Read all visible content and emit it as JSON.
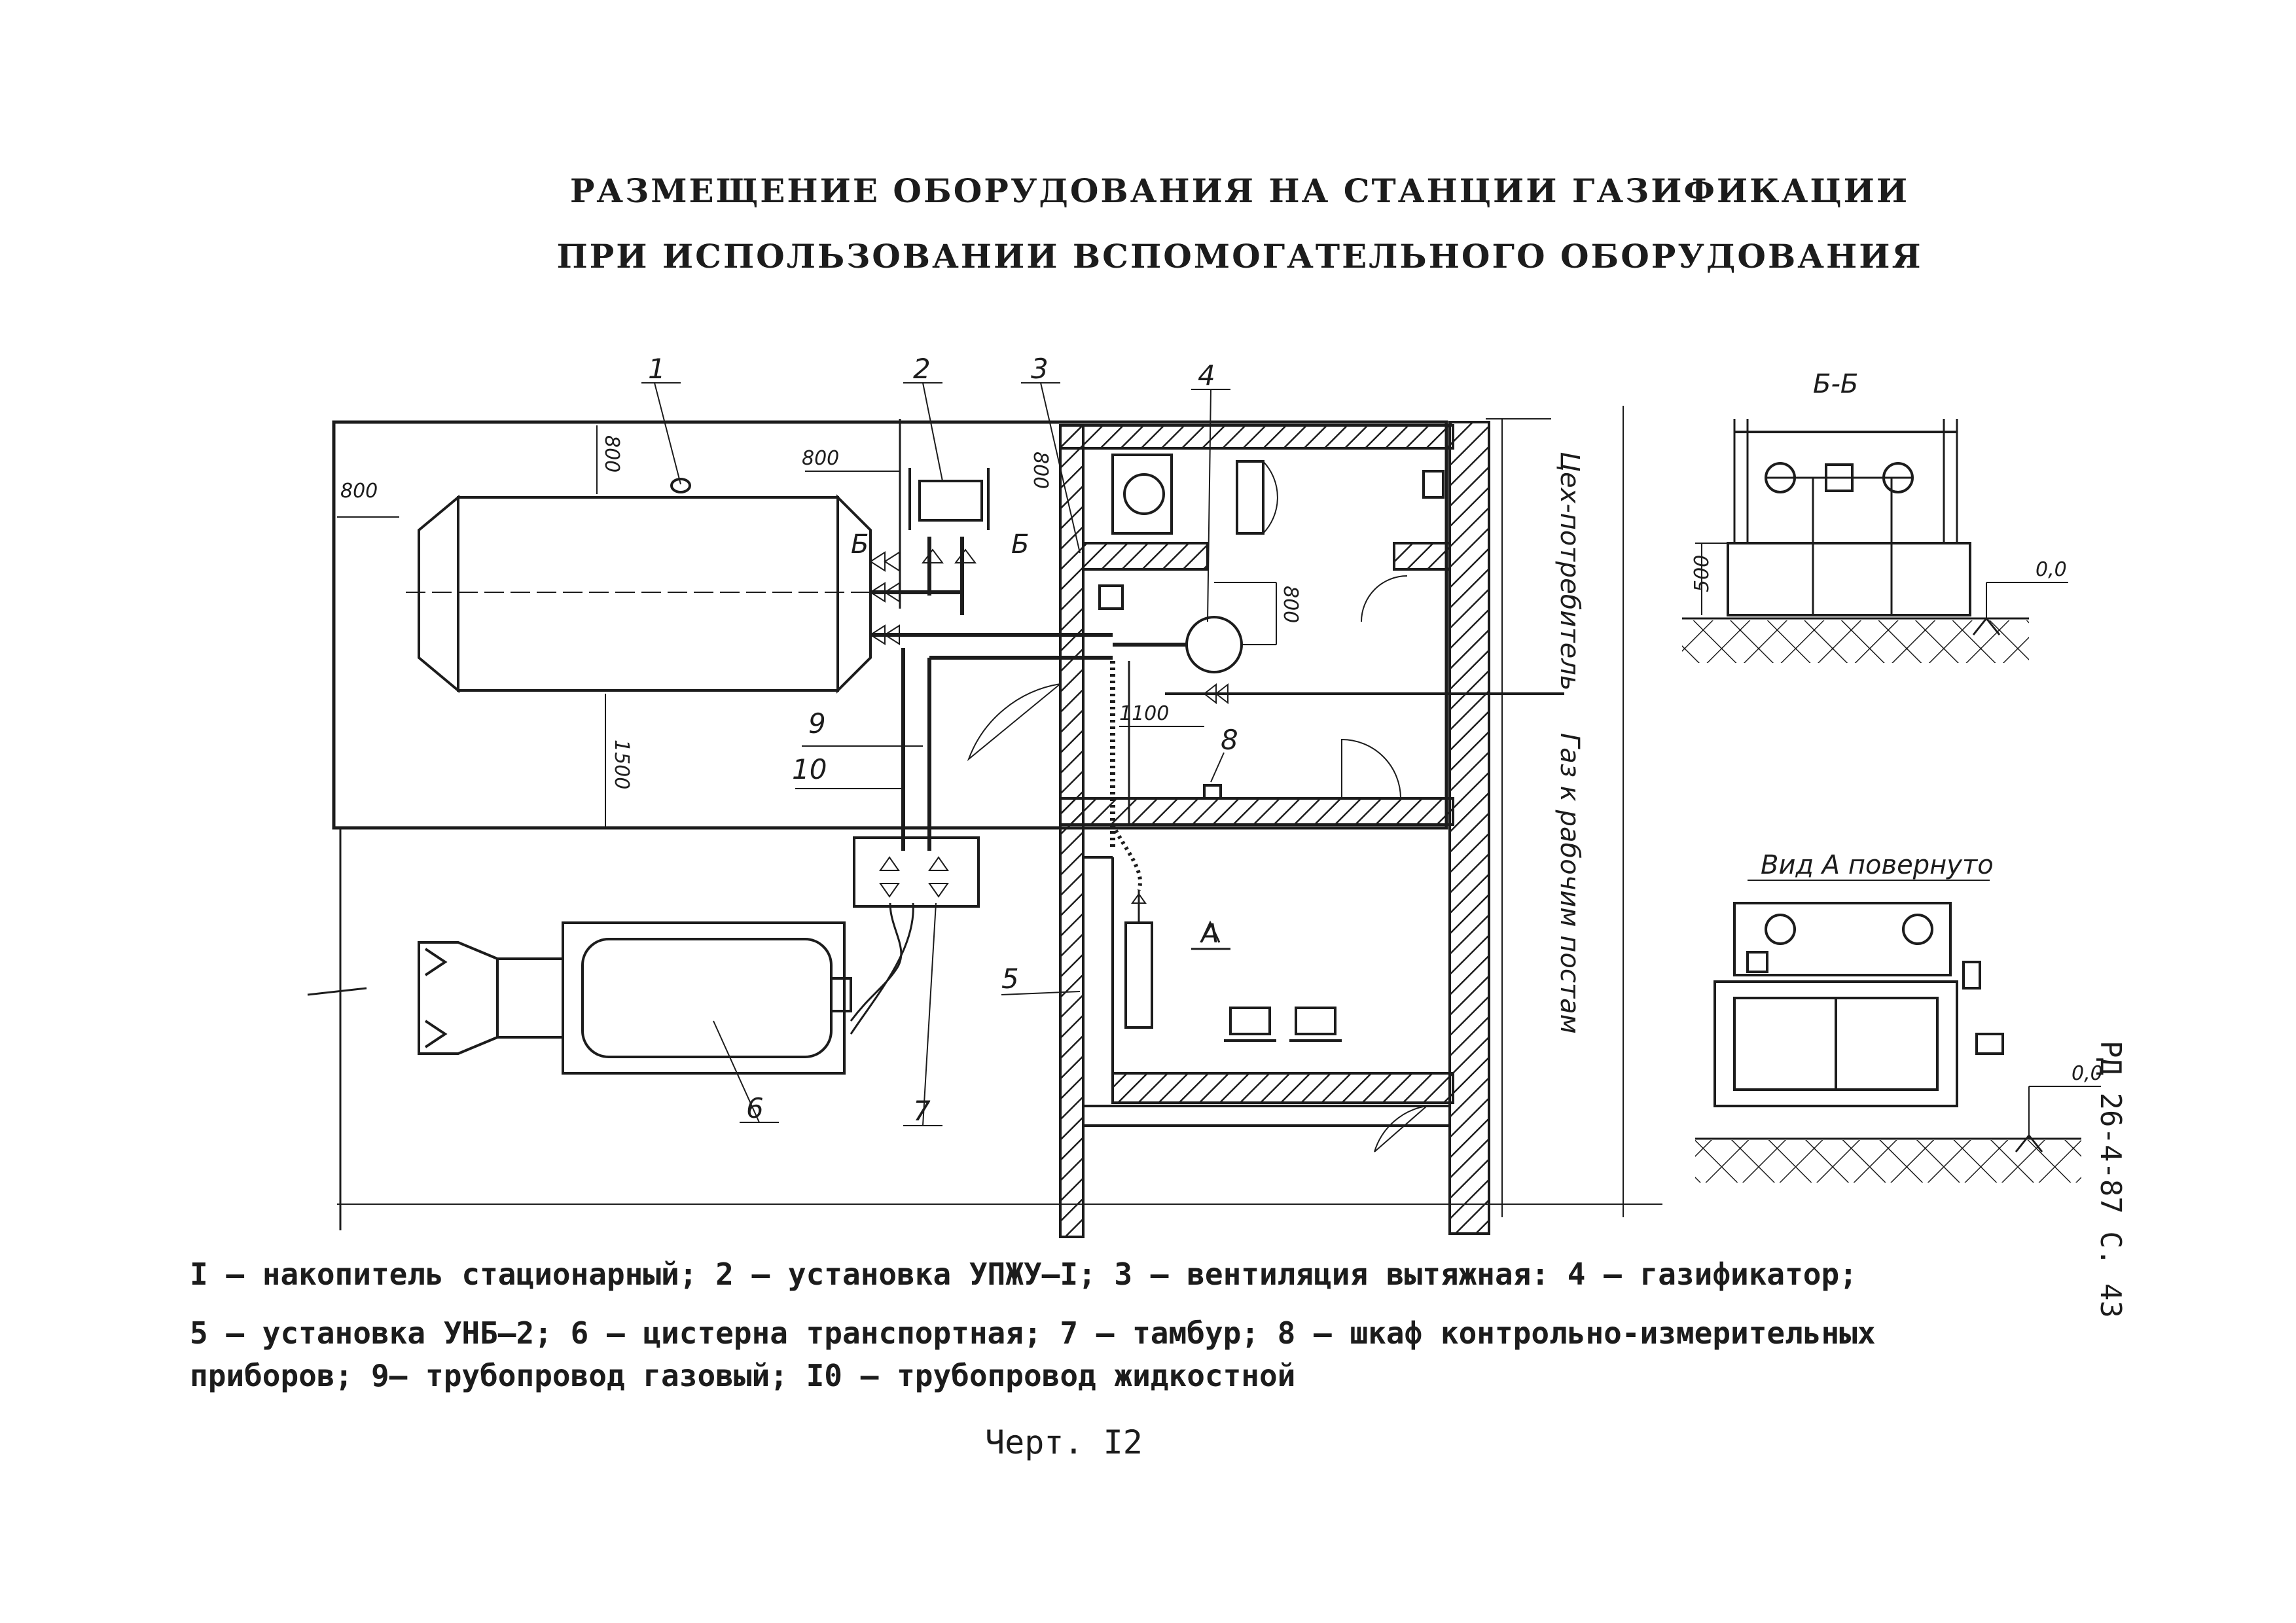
{
  "title": {
    "line1": "РАЗМЕЩЕНИЕ ОБОРУДОВАНИЯ НА СТАНЦИИ ГАЗИФИКАЦИИ",
    "line2": "ПРИ ИСПОЛЬЗОВАНИИ ВСПОМОГАТЕЛЬНОГО ОБОРУДОВАНИЯ"
  },
  "drawing": {
    "callouts": [
      "1",
      "2",
      "3",
      "4",
      "5",
      "6",
      "7",
      "8",
      "9",
      "10"
    ],
    "dimensions": {
      "d800_left": "800",
      "d800_top": "800",
      "d800_pipe": "800",
      "d800_near3": "800",
      "d800_gasifier": "800",
      "d1100": "1100",
      "d1500": "1500",
      "d500": "500"
    },
    "section_mark": "Б",
    "section_mark2": "Б",
    "view_mark": "А",
    "label_consumer": "Цех-потребитель",
    "label_gas": "Газ к рабочим постам",
    "section_title": "Б-Б",
    "view_title": "Вид А повернуто",
    "level_1": "0,0",
    "level_2": "0,0"
  },
  "legend": {
    "line1": "I – накопитель стационарный; 2 – установка УПЖУ–I; 3 – вентиляция вытяжная: 4 – газификатор;",
    "line2": "5 – установка УНБ–2; 6 – цистерна транспортная; 7 – тамбур; 8 – шкаф контрольно-измерительных",
    "line3": "приборов; 9– трубопровод газовый; I0 – трубопровод жидкостной"
  },
  "figure_label": "Черт. I2",
  "side_code": "РД 26-4-87 С. 43"
}
